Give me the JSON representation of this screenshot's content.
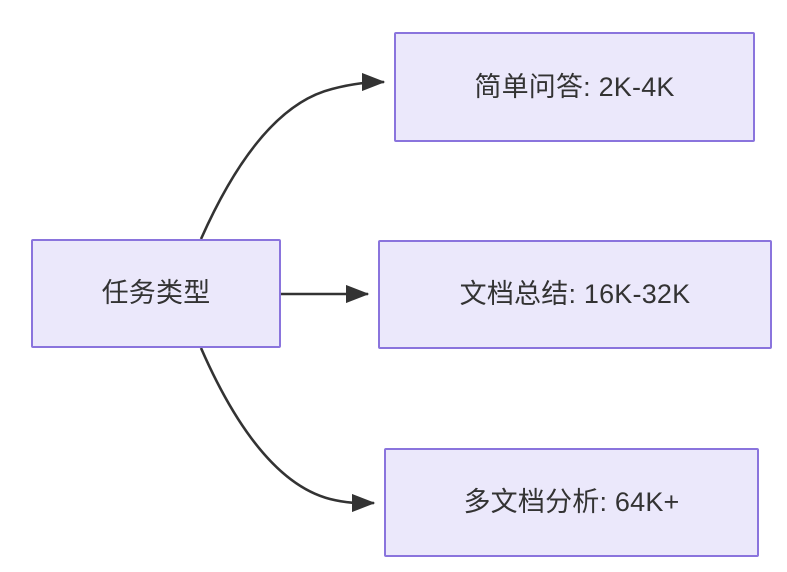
{
  "diagram": {
    "type": "flowchart",
    "direction": "left-to-right",
    "background_color": "#ffffff",
    "node_fill_color": "#ebe8fb",
    "node_border_color": "#8a74dd",
    "node_text_color": "#333333",
    "edge_color": "#333333",
    "nodes": [
      {
        "id": "root",
        "label": "任务类型"
      },
      {
        "id": "simple_qa",
        "label": "简单问答: 2K-4K"
      },
      {
        "id": "doc_summary",
        "label": "文档总结: 16K-32K"
      },
      {
        "id": "multi_doc",
        "label": "多文档分析: 64K+"
      }
    ],
    "edges": [
      {
        "from": "root",
        "to": "simple_qa",
        "style": "curved",
        "arrowhead": "filled-triangle",
        "label": ""
      },
      {
        "from": "root",
        "to": "doc_summary",
        "style": "straight",
        "arrowhead": "filled-triangle",
        "label": ""
      },
      {
        "from": "root",
        "to": "multi_doc",
        "style": "curved",
        "arrowhead": "filled-triangle",
        "label": ""
      }
    ]
  }
}
